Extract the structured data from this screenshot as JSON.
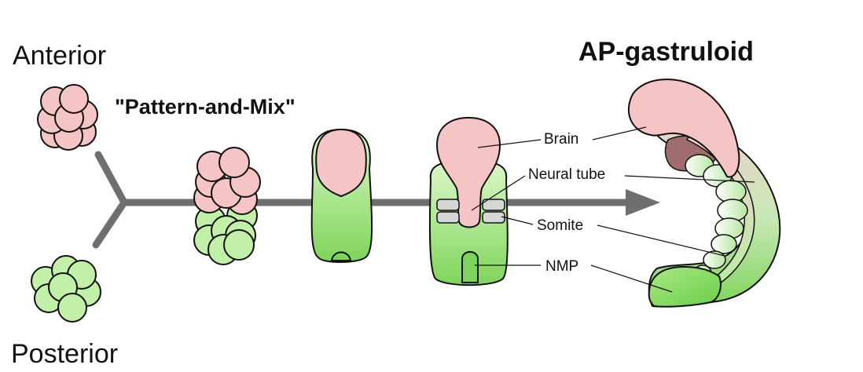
{
  "labels": {
    "anterior": "Anterior",
    "posterior": "Posterior",
    "method": "\"Pattern-and-Mix\"",
    "title": "AP-gastruloid"
  },
  "annotations": {
    "brain": "Brain",
    "neural_tube": "Neural tube",
    "somite": "Somite",
    "nmp": "NMP"
  },
  "colors": {
    "anterior_pink": "#f5c4c4",
    "posterior_green": "#c3f0a8",
    "deep_green": "#7dd45a",
    "somite_gray": "#d6d6d6",
    "brain_dark": "#9e6e6e",
    "arrow_gray": "#6f6f6f"
  }
}
